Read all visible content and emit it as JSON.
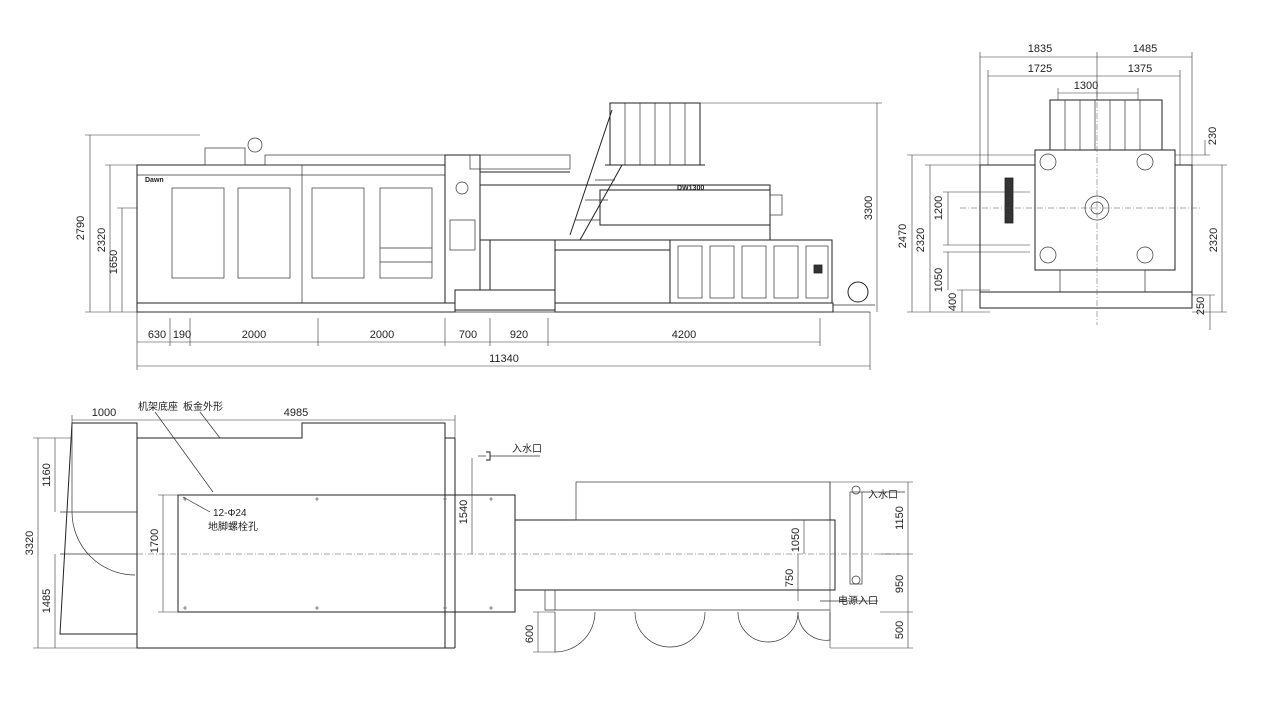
{
  "side_view": {
    "brand": "Dawn",
    "model": "DW1300",
    "dims": {
      "h_2790": "2790",
      "h_2320": "2320",
      "h_1650": "1650",
      "h_3300": "3300",
      "d_630": "630",
      "d_190": "190",
      "d_2000a": "2000",
      "d_2000b": "2000",
      "d_700": "700",
      "d_920": "920",
      "d_4200": "4200",
      "d_total": "11340"
    }
  },
  "end_view": {
    "dims": {
      "w_1835": "1835",
      "w_1485": "1485",
      "w_1725": "1725",
      "w_1375": "1375",
      "w_1300": "1300",
      "h_230": "230",
      "h_2470": "2470",
      "h_2320l": "2320",
      "h_1200": "1200",
      "h_1050": "1050",
      "h_400": "400",
      "h_2320r": "2320",
      "h_250": "250"
    }
  },
  "plan_view": {
    "labels": {
      "machine_base": "机架底座",
      "sheet_metal": "板金外形",
      "bolt_spec": "12-Φ24",
      "bolt_hole": "地脚螺栓孔",
      "water_in_1": "入水口",
      "water_in_2": "入水口",
      "power_in": "电源入口"
    },
    "dims": {
      "d_1000": "1000",
      "d_4985": "4985",
      "d_1160": "1160",
      "d_3320": "3320",
      "d_1700": "1700",
      "d_1485": "1485",
      "d_1540": "1540",
      "d_1050": "1050",
      "d_750": "750",
      "d_1150": "1150",
      "d_950": "950",
      "d_500": "500",
      "d_600": "600"
    }
  }
}
